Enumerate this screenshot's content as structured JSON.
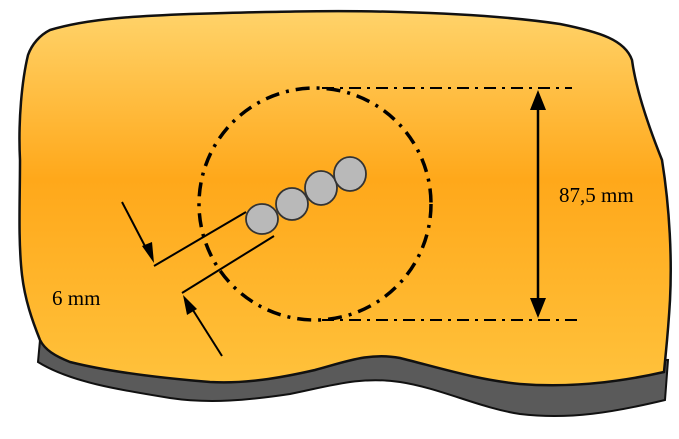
{
  "diagram": {
    "labels": {
      "height_dimension": "87,5 mm",
      "width_dimension": "6 mm"
    },
    "colors": {
      "plate_light": "#ffd56a",
      "plate_mid": "#ffb21e",
      "plate_dark": "#f29a00",
      "plate_outline": "#111111",
      "shadow": "#555555",
      "bead_fill": "#b9b9b9",
      "line": "#000000"
    },
    "bead_count": 4
  }
}
